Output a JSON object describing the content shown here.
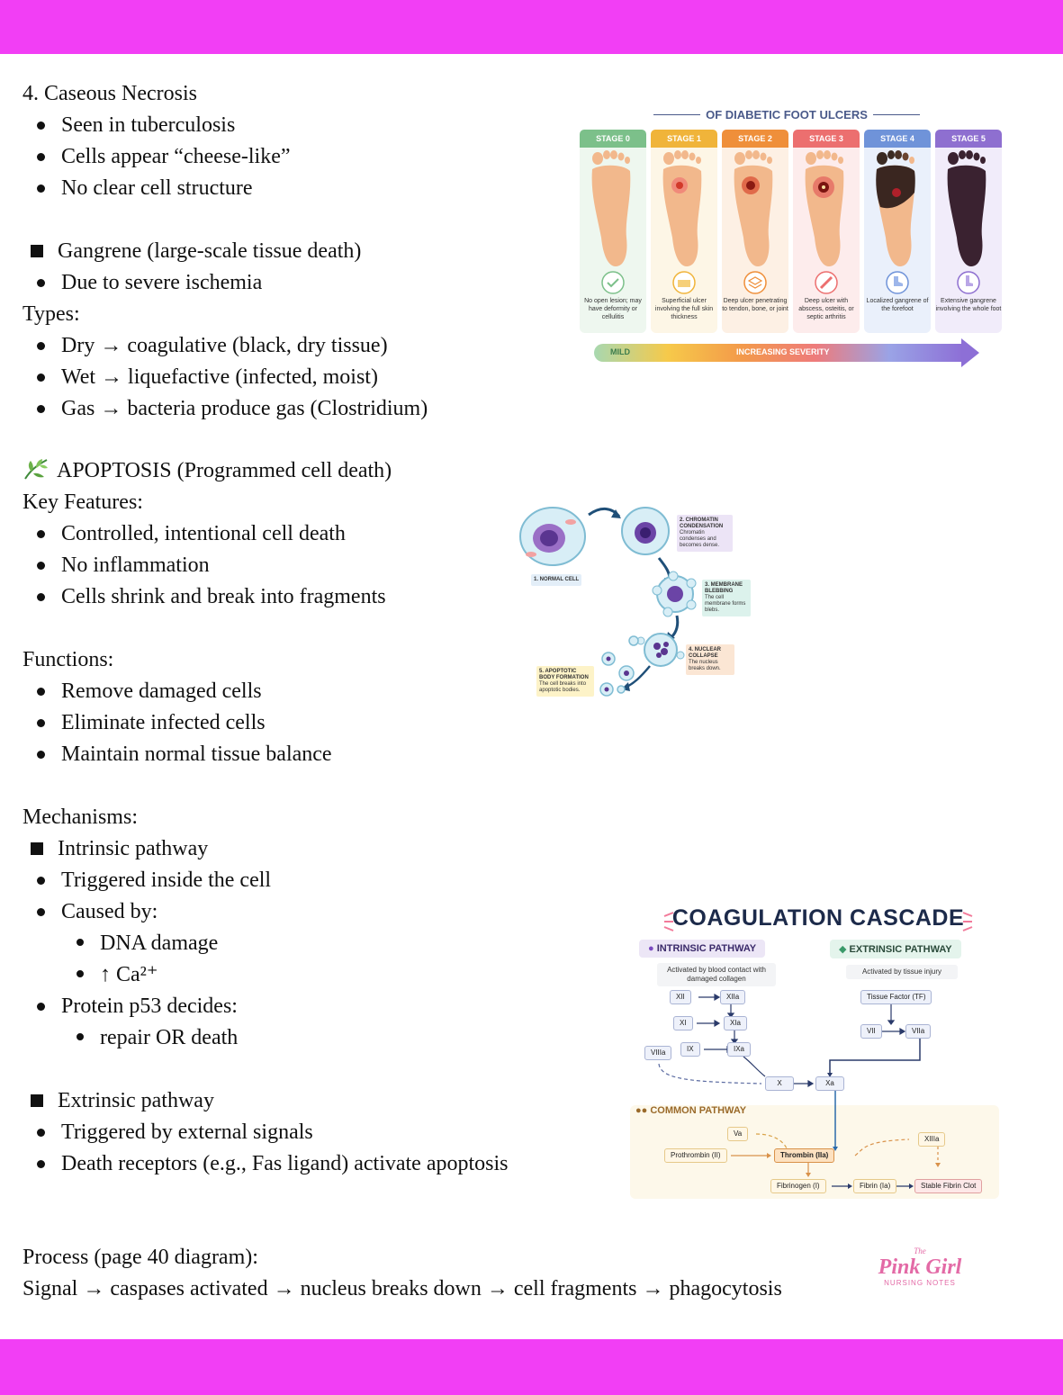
{
  "caseous": {
    "heading": "4. Caseous Necrosis",
    "bullets": [
      "Seen in tuberculosis",
      "Cells appear “cheese-like”",
      "No clear cell structure"
    ]
  },
  "gangrene": {
    "heading": "Gangrene (large-scale tissue death)",
    "bullet": "Due to severe ischemia",
    "types_label": "Types:",
    "types": [
      "Dry → coagulative (black, dry tissue)",
      "Wet → liquefactive (infected, moist)",
      "Gas → bacteria produce gas (Clostridium)"
    ]
  },
  "apoptosis": {
    "heading": "APOPTOSIS (Programmed cell death)",
    "key_label": "Key Features:",
    "features": [
      "Controlled, intentional cell death",
      "No inflammation",
      "Cells shrink and break into fragments"
    ],
    "functions_label": "Functions:",
    "functions": [
      "Remove damaged cells",
      "Eliminate infected cells",
      "Maintain normal tissue balance"
    ],
    "mechanisms_label": "Mechanisms:",
    "intrinsic_heading": "Intrinsic pathway",
    "intrinsic_1": "Triggered inside the cell",
    "intrinsic_2": "Caused by:",
    "intrinsic_causes": [
      "DNA damage",
      "↑ Ca²⁺"
    ],
    "intrinsic_3": "Protein p53 decides:",
    "intrinsic_decision": "repair OR death",
    "extrinsic_heading": "Extrinsic pathway",
    "extrinsic": [
      "Triggered by external signals",
      "Death receptors (e.g., Fas ligand) activate apoptosis"
    ],
    "process_label": "Process (page 40 diagram):",
    "process": "Signal → caspases activated → nucleus breaks down → cell fragments → phagocytosis"
  },
  "foot_figure": {
    "title": "OF DIABETIC FOOT ULCERS",
    "stages": [
      {
        "label": "STAGE 0",
        "desc": "No open lesion; may have deformity or cellulitis",
        "color": "#7cc08a"
      },
      {
        "label": "STAGE 1",
        "desc": "Superficial ulcer involving the full skin thickness",
        "color": "#f0b43a"
      },
      {
        "label": "STAGE 2",
        "desc": "Deep ulcer penetrating to tendon, bone, or joint",
        "color": "#ef8f3a"
      },
      {
        "label": "STAGE 3",
        "desc": "Deep ulcer with abscess, osteitis, or septic arthritis",
        "color": "#ec6f6f"
      },
      {
        "label": "STAGE 4",
        "desc": "Localized gangrene of the forefoot",
        "color": "#6f93d9"
      },
      {
        "label": "STAGE 5",
        "desc": "Extensive gangrene involving the whole foot",
        "color": "#8e6fd0"
      }
    ],
    "mild": "MILD",
    "severity": "INCREASING SEVERITY"
  },
  "apoptosis_figure": {
    "normal": "1. NORMAL CELL",
    "chromatin_title": "2. CHROMATIN CONDENSATION",
    "chromatin_desc": "Chromatin condenses and becomes dense.",
    "bleb_title": "3. MEMBRANE BLEBBING",
    "bleb_desc": "The cell membrane forms blebs.",
    "nuclear_title": "4. NUCLEAR COLLAPSE",
    "nuclear_desc": "The nucleus breaks down.",
    "body_title": "5. APOPTOTIC BODY FORMATION",
    "body_desc": "The cell breaks into apoptotic bodies."
  },
  "coag": {
    "title": "COAGULATION CASCADE",
    "intrinsic": "INTRINSIC PATHWAY",
    "intrinsic_note": "Activated by blood contact with damaged collagen",
    "extrinsic": "EXTRINSIC PATHWAY",
    "extrinsic_note": "Activated by tissue injury",
    "common": "COMMON PATHWAY",
    "factors": {
      "xii": "XII",
      "xiia": "XIIa",
      "xi": "XI",
      "xia": "XIa",
      "ix": "IX",
      "ixa": "IXa",
      "viiia": "VIIIa",
      "tf": "Tissue Factor (TF)",
      "vii": "VII",
      "viia": "VIIa",
      "x": "X",
      "xa": "Xa",
      "va": "Va",
      "prothrombin": "Prothrombin (II)",
      "thrombin": "Thrombin (IIa)",
      "xiiia": "XIIIa",
      "fibrinogen": "Fibrinogen (I)",
      "fibrin": "Fibrin (Ia)",
      "clot": "Stable Fibrin Clot"
    }
  },
  "logo": {
    "line1": "The",
    "line2": "Pink Girl",
    "line3": "NURSING NOTES"
  }
}
